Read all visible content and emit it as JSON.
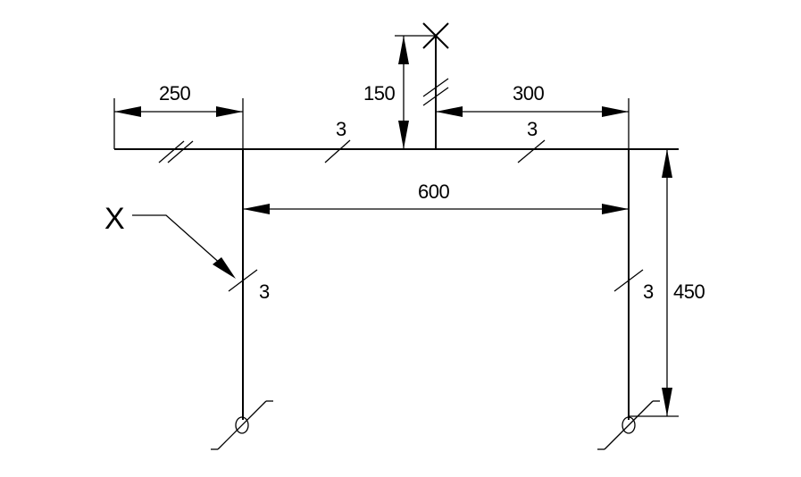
{
  "dimensions": {
    "left_overhang": "250",
    "post_height": "150",
    "right_offset": "300",
    "span": "600",
    "height": "450"
  },
  "member_sizes": {
    "left_overhang": "",
    "beam_left": "3",
    "beam_right": "3",
    "left_column": "3",
    "right_column": "3",
    "post": ""
  },
  "callout": {
    "label": "X"
  },
  "colors": {
    "line": "#000000",
    "background": "#ffffff"
  }
}
